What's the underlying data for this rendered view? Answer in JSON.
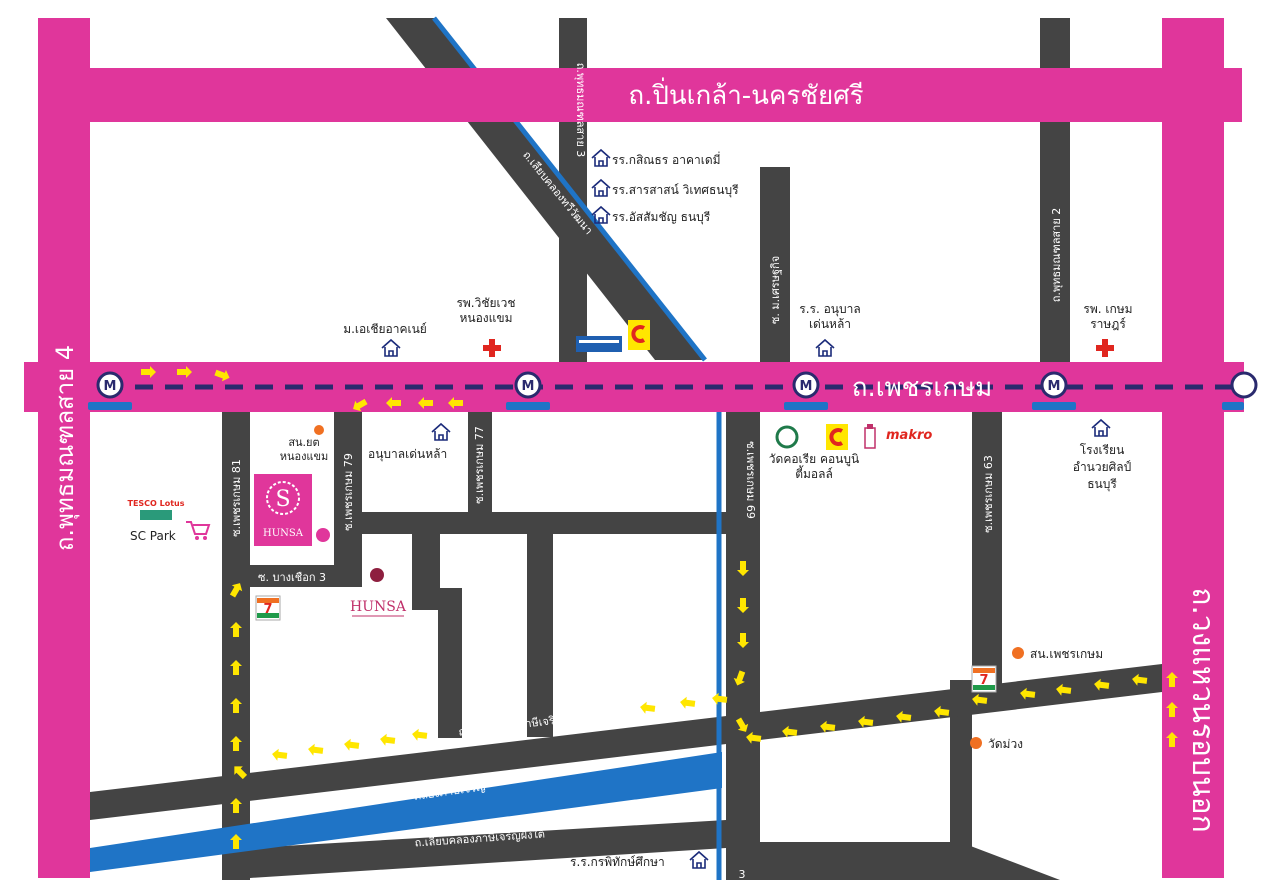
{
  "colors": {
    "main_road": "#e0369b",
    "soi": "#444444",
    "canal": "#1f74c6",
    "bts_line": "#2a2a6e",
    "arrow": "#ffe600",
    "hospital": "#e0261f",
    "orange_dot": "#f07022"
  },
  "roads": {
    "pinklao": "ถ.ปิ่นเกล้า-นครชัยศรี",
    "phetkasem": "ถ.เพชรเกษม",
    "phutthamonthon4": "ถ.พุทธมณฑลสาย 4",
    "kanchanaphisek": "ถ.วงแหวนรอบนอก",
    "phutthamonthon3": "ถ.พุทธมณฑลสาย 3",
    "phutthamonthon2": "ถ.พุทธมณฑลสาย 2",
    "liab_thawi": "ถ.เลียบคลองทวีวัฒนา",
    "soi_setthakit": "ซ. ม.เศรษฐกิจ",
    "soi81": "ซ.เพชรเกษม 81",
    "soi79": "ซ.เพชรเกษม 79",
    "soi77": "ซ.เพชรเกษม 77",
    "soi69": "ซ.เพชรเกษม 69",
    "soi63": "ซ.เพชรเกษม 63",
    "soi_bang3": "ซ. บางเชือก 3",
    "liab_north": "ถ.เลียบคลองภาษีเจริญฝั่งเหนือ",
    "liab_south": "ถ.เลียบคลองภาษีเจริญฝั่งใต้",
    "canal_phasi": "คลองภาษีเจริญ",
    "bottom_3": "3"
  },
  "places": {
    "school1": "รร.กสิณธร อาคาเดมี่",
    "school2": "รร.สารสาสน์ วิเทศธนบุรี",
    "school3": "รร.อัสสัมชัญ ธนบุรี",
    "asia_u": "ม.เอเชียอาคเนย์",
    "hosp_wichaivej": "รพ.วิชัยเวช หนองแขม",
    "school_anuban": "ร.ร. อนุบาล เด่นหล้า",
    "hosp_kasem": "รพ. เกษมราษฎร์",
    "anuban_soi79": "อนุบาลเด่นหล้า",
    "police_nongkhaem": "สน.ยต หนองแขม",
    "watkolian": "วัดคอเรีย คอนบูนิตี้มอลล์",
    "makro": "makro",
    "school_amnuay": "โรงเรียน อำนวยศิลป์ ธนบุรี",
    "tesco": "TESCO Lotus",
    "sc_park": "SC Park",
    "hunsa_s": "S",
    "hunsa_word": "HUNSA",
    "hunsa_label": "HUNSA",
    "seven": "7",
    "police_phetkasem": "สน.เพชรเกษม",
    "wat_muang": "วัดม่วง",
    "school_bottom": "ร.ร.กรพิทักษ์ศึกษา",
    "bts_m": "M"
  }
}
